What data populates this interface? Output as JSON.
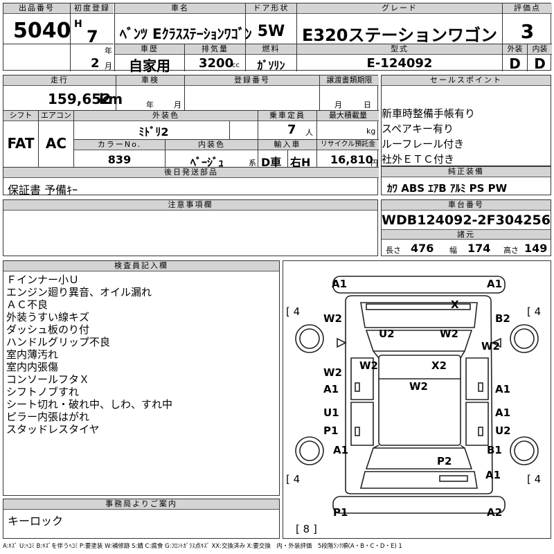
{
  "header": {
    "lot_label": "出品番号",
    "lot_number": "5040",
    "first_reg_label": "初度登録",
    "era": "H",
    "era_year": "7",
    "year_unit": "年",
    "month": "2",
    "month_unit": "月",
    "car_name_label": "車名",
    "car_name": "ﾍﾞﾝﾂ Eｸﾗｽｽﾃｰｼｮﾝﾜｺﾞﾝ",
    "door_label": "ドア形状",
    "door": "5W",
    "grade_label": "グレード",
    "grade": "E320ステーションワゴン",
    "score_label": "評価点",
    "score": "3",
    "history_label": "車歴",
    "history": "自家用",
    "displacement_label": "排気量",
    "displacement": "3200",
    "displacement_unit": "cc",
    "fuel_label": "燃料",
    "fuel": "ｶﾞｿﾘﾝ",
    "model_label": "型式",
    "model": "E-124092",
    "exterior_label": "外装",
    "exterior": "D",
    "interior_label": "内装",
    "interior": "D"
  },
  "row2": {
    "mileage_label": "走行",
    "mileage": "159,652",
    "mileage_unit": "km",
    "inspection_label": "車検",
    "year_unit": "年",
    "month_unit": "月",
    "reg_label": "登録番号",
    "transfer_label": "譲渡書類期限",
    "month_unit2": "月",
    "day_unit": "日",
    "sales_label": "セールスポイント",
    "sales_points": [
      "新車時整備手帳有り",
      "スペアキー有り",
      "ルーフレール付き",
      "社外ＥＴＣ付き"
    ]
  },
  "row3": {
    "shift_label": "シフト",
    "shift": "FAT",
    "ac_label": "エアコン",
    "ac": "AC",
    "color_label": "外装色",
    "color": "ﾐﾄﾞﾘ2",
    "capacity_label": "乗車定員",
    "capacity": "7",
    "capacity_unit": "人",
    "load_label": "最大積載量",
    "load_unit": "kg",
    "color_no_label": "カラーNo.",
    "color_no": "839",
    "int_color_label": "内装色",
    "int_color": "ﾍﾞｰｼﾞｭ",
    "int_color_unit": "系",
    "import_label": "輸入車",
    "import_d": "D車",
    "import_h": "右H",
    "recycle_label": "リサイクル預託金",
    "recycle": "16,810",
    "recycle_unit": "円"
  },
  "parts": {
    "label": "後日発送部品",
    "value": "保証書 予備ｷｰ",
    "equip_label": "純正装備",
    "equip": "ｶﾜ ABS ｴｱB ｱﾙﾐ PS PW"
  },
  "notice": {
    "label": "注意事項欄"
  },
  "chassis": {
    "label": "車台番号",
    "value": "WDB124092-2F304256",
    "dims_label": "諸元",
    "len_label": "長さ",
    "len": "476",
    "wid_label": "幅",
    "wid": "174",
    "hgt_label": "高さ",
    "hgt": "149"
  },
  "inspector": {
    "label": "検査員記入欄",
    "notes": [
      "Ｆインナー小Ｕ",
      "エンジン廻り異音、オイル漏れ",
      "ＡＣ不良",
      "外装うすい線キズ",
      "ダッシュ板のり付",
      "ハンドルグリップ不良",
      "室内薄汚れ",
      "室内内張傷",
      "コンソールフタＸ",
      "シフトノブすれ",
      "シート切れ・破れ中、しわ、すれ中",
      "ピラー内張はがれ",
      "スタッドレスタイヤ"
    ]
  },
  "office": {
    "label": "事務局よりご案内",
    "value": "キーロック"
  },
  "diagram": {
    "labels": {
      "a1_fl": "A1",
      "a1_fr": "A1",
      "x_top": "X",
      "w2_l1": "W2",
      "b2_r": "B2",
      "u2_c": "U2",
      "w2_c": "W2",
      "w2_r2": "W2",
      "w2_l2": "W2",
      "w2_l3": "W2",
      "x2": "X2",
      "a1_l2": "A1",
      "w2_c2": "W2",
      "a1_r2": "A1",
      "u1_l": "U1",
      "a1_r3": "A1",
      "p1_l": "P1",
      "u2_r": "U2",
      "a1_l3": "A1",
      "b1_r": "B1",
      "p2_c": "P2",
      "a1_r4": "A1",
      "p1_b": "P1",
      "a2_b": "A2"
    },
    "tires": {
      "fl": "4",
      "fr": "4",
      "rl": "4",
      "rr": "4",
      "spare": "8"
    }
  },
  "footer": {
    "legend": "A:ｷｽﾞ U:ﾍｺﾐ B:ｷｽﾞを伴うﾍｺﾐ P:要塗装 W:補修跡 S:錆 C:腐食 G:ﾌﾛﾝﾄｶﾞﾗｽ点ｷｽﾞ XX:交換済み X:要交換　内・外装評価　5段階ﾗﾝｸ順(A・B・C・D・E) 1"
  }
}
